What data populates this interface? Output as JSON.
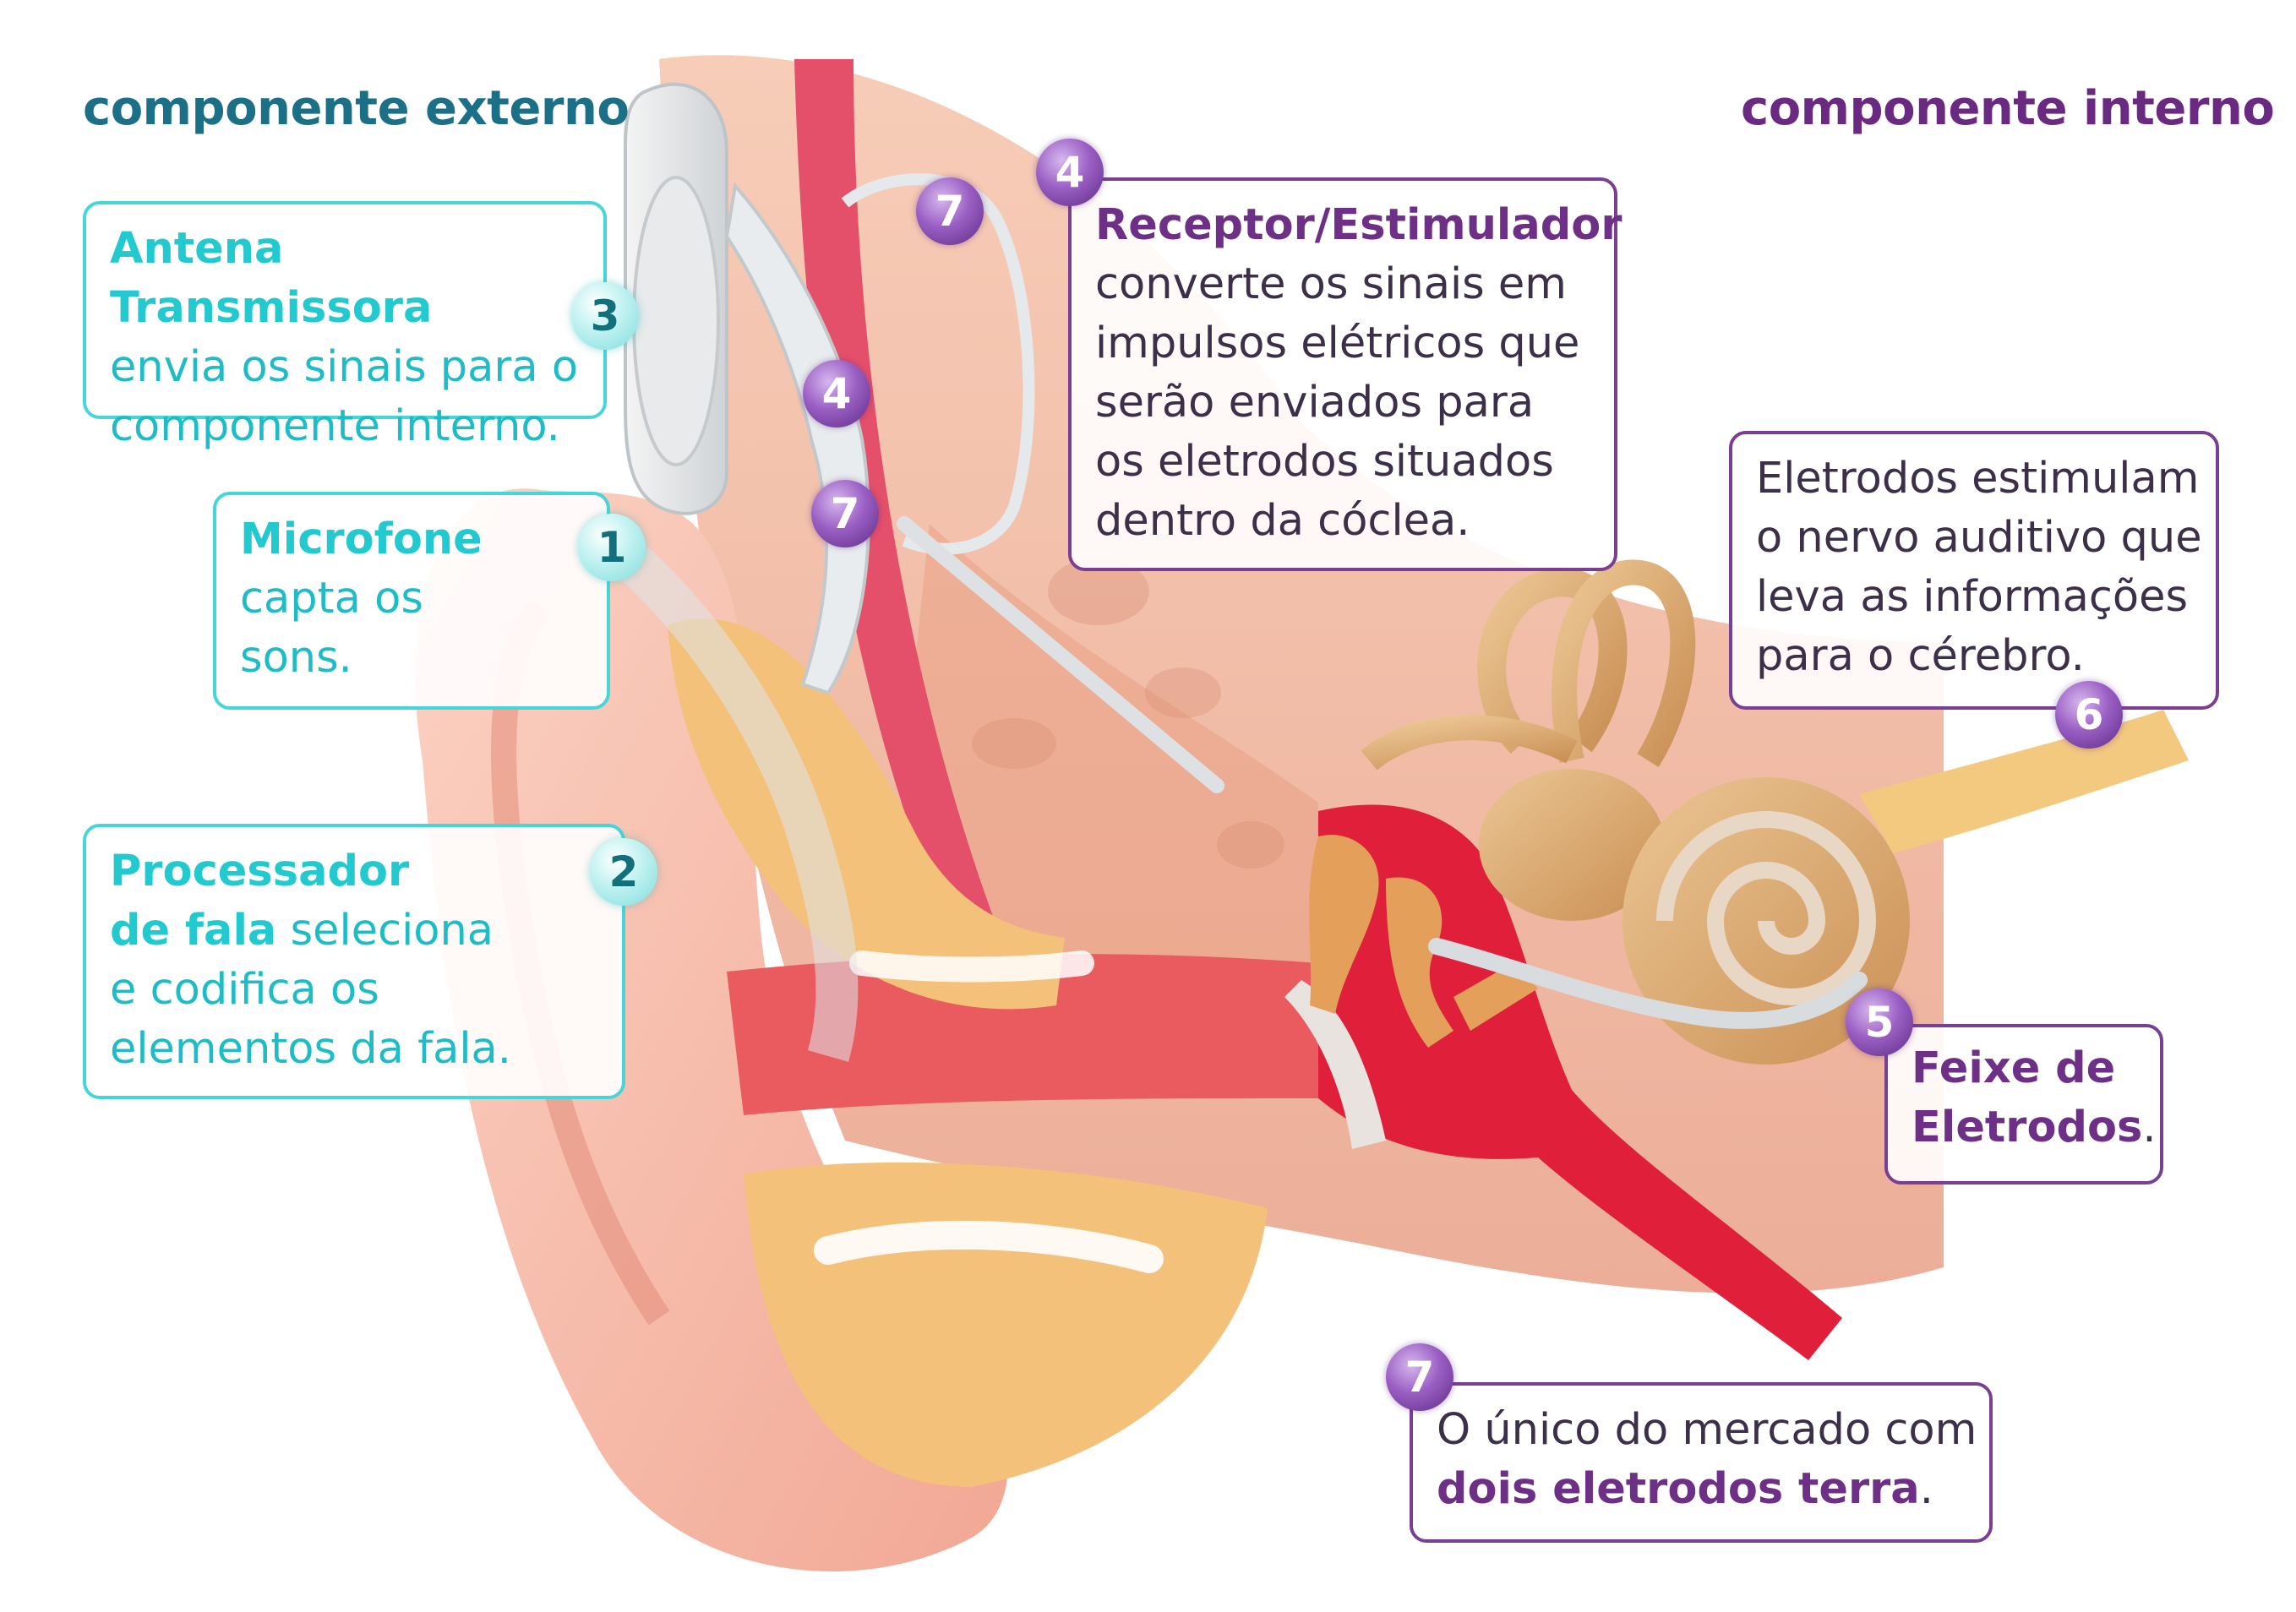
{
  "headings": {
    "external": "componente externo",
    "internal": "componente interno"
  },
  "antenna": {
    "number": "3",
    "title": "Antena Transmissora",
    "lines": [
      "envia os sinais para o",
      "componente interno."
    ]
  },
  "microphone": {
    "number": "1",
    "title": "Microfone",
    "lines": [
      "capta os",
      "sons."
    ]
  },
  "processor": {
    "number": "2",
    "title_lines": [
      "Processador",
      "de fala"
    ],
    "rest_first": " seleciona",
    "lines": [
      "e codifica os",
      "elementos da fala."
    ]
  },
  "receiver": {
    "number": "4",
    "title": "Receptor/Estimulador",
    "lines": [
      "converte os sinais em",
      "impulsos elétricos que",
      "serão enviados para",
      "os eletrodos situados",
      "dentro da cóclea."
    ]
  },
  "electrodes_nerve": {
    "number": "6",
    "lines": [
      "Eletrodos estimulam",
      "o nervo auditivo que",
      "leva as informações",
      "para o cérebro."
    ]
  },
  "electrode_array": {
    "number": "5",
    "title_lines": [
      "Feixe de",
      "Eletrodos"
    ],
    "suffix": "."
  },
  "ground": {
    "number": "7",
    "line1": "O único do mercado com",
    "bold": "dois eletrodos terra",
    "suffix": "."
  },
  "image_markers": {
    "receiver": "4",
    "ground_upper": "7",
    "ground_lower": "7",
    "ground_coil": "7"
  },
  "colors": {
    "external": "#22c9cf",
    "internal": "#6e2f86",
    "heading_external": "#1b6f86",
    "heading_internal": "#6b2a82"
  }
}
